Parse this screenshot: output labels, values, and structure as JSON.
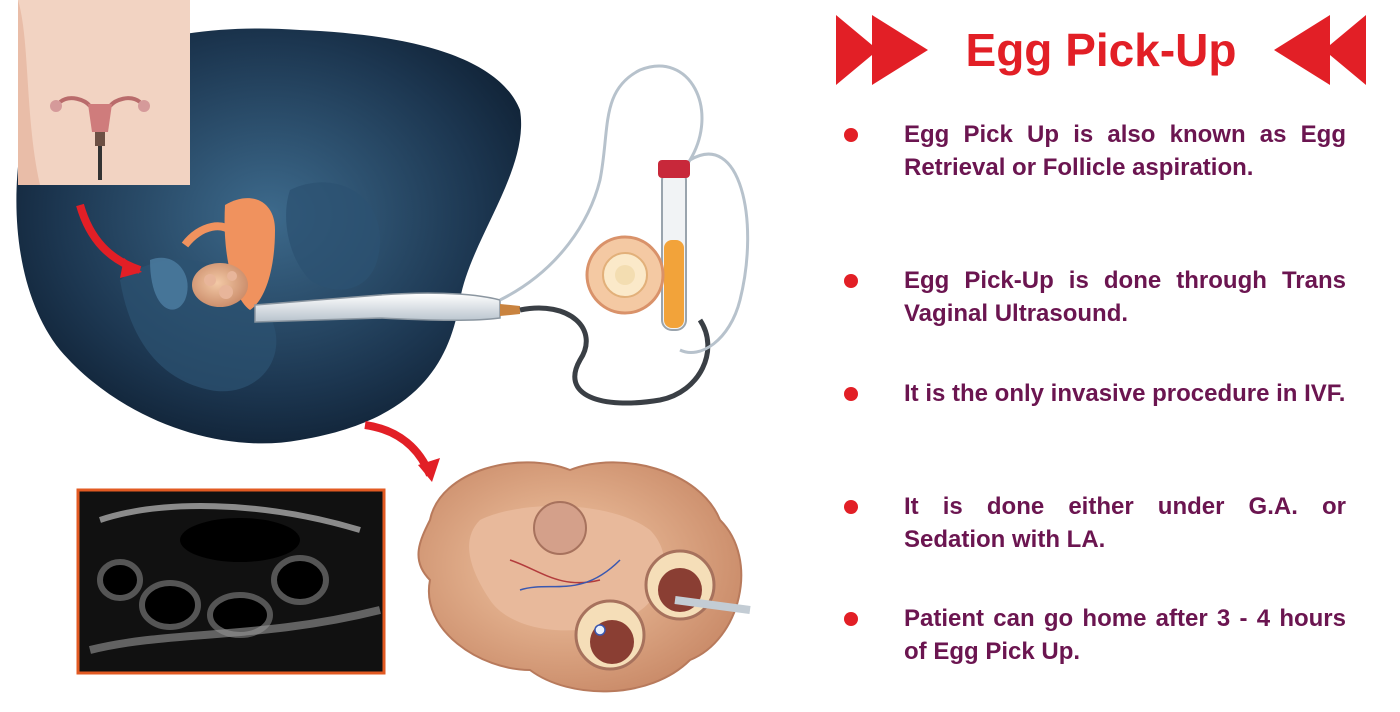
{
  "title": "Egg Pick-Up",
  "colors": {
    "accent": "#e21f26",
    "text": "#6b1550",
    "body_shadow": "#1c3650"
  },
  "bullets": [
    "Egg Pick Up is also known as Egg Retrieval or Follicle aspiration.",
    "Egg Pick-Up is done through Trans Vaginal Ultrasound.",
    "It is the only invasive procedure in IVF.",
    "It is done either under G.A. or Sedation with LA.",
    "Patient can go home after 3 - 4 hours of Egg Pick Up."
  ]
}
